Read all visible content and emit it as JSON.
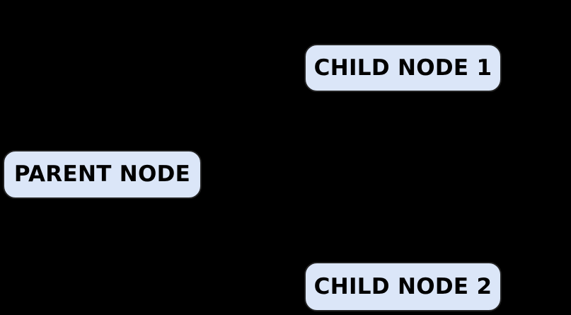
{
  "diagram": {
    "type": "node-diagram",
    "background_color": "#000000",
    "node_fill_color": "#dbe6f8",
    "node_border_color": "#222222",
    "node_text_color": "#000000",
    "nodes": [
      {
        "id": "parent",
        "label": "PARENT NODE"
      },
      {
        "id": "child-1",
        "label": "CHILD NODE 1"
      },
      {
        "id": "child-2",
        "label": "CHILD NODE 2"
      }
    ]
  }
}
